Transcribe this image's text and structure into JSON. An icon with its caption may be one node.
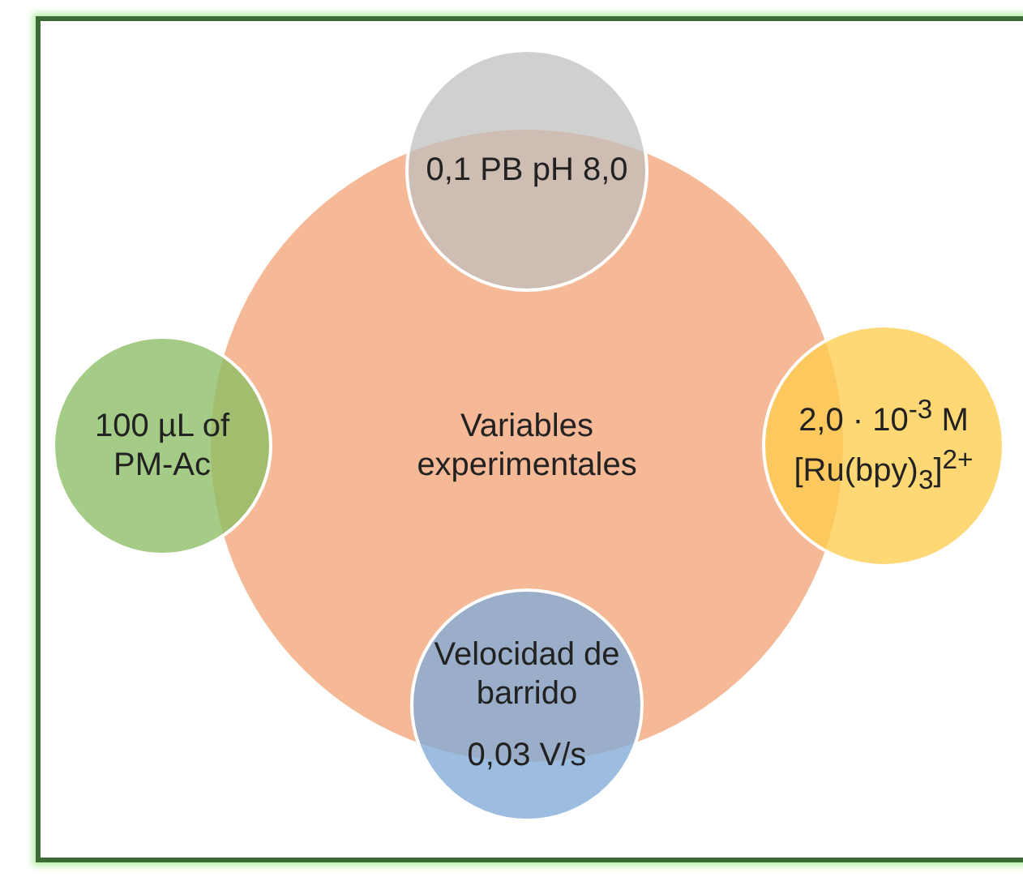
{
  "diagram": {
    "nodes": [
      {
        "text": [
          "0,1 PB pH 8,0"
        ]
      },
      {
        "text": [
          "100 µL of PM-Ac"
        ]
      },
      {
        "text": [
          "Variables experimentales"
        ]
      },
      {
        "text": [
          "2,0 · 10$^{-3}$ M [Ru(bpy)$_{3}$]$^{2+}$"
        ]
      },
      {
        "text": [
          "Velocidad de barrido",
          "0,03 V/s"
        ]
      }
    ],
    "edges": []
  }
}
